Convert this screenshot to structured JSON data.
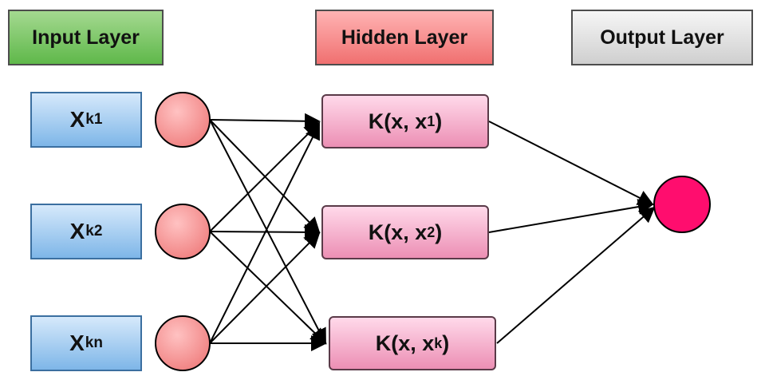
{
  "headers": {
    "input": "Input Layer",
    "hidden": "Hidden Layer",
    "output": "Output Layer"
  },
  "inputs": [
    {
      "base": "X",
      "sub": "k1"
    },
    {
      "base": "X",
      "sub": "k2"
    },
    {
      "base": "X",
      "sub": "kn"
    }
  ],
  "kernels": [
    {
      "prefix": "K(x, x",
      "sub": "1",
      "suffix": ")"
    },
    {
      "prefix": "K(x, x",
      "sub": "2",
      "suffix": ")"
    },
    {
      "prefix": "K(x, x",
      "sub": "k",
      "suffix": ")"
    }
  ],
  "colors": {
    "input_node": "#f79a9a",
    "output_node": "#ff0d6e",
    "edge": "#000000"
  }
}
